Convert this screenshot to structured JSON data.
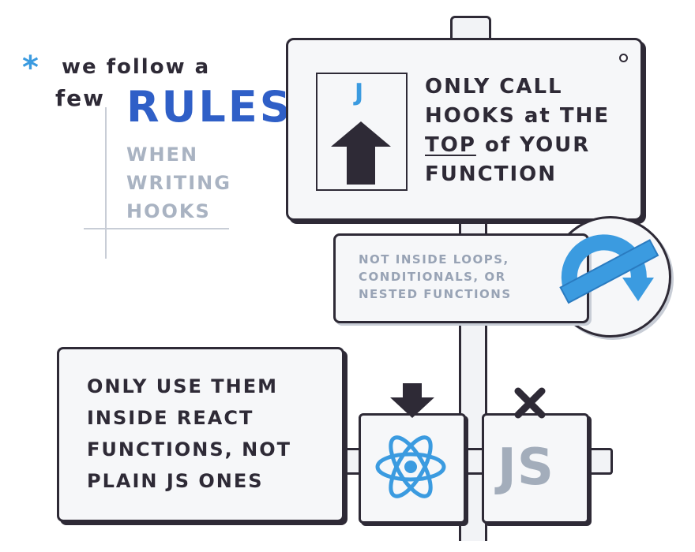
{
  "intro": {
    "star": "*",
    "line1": "we follow a",
    "few": "few",
    "rules": "RULES",
    "when_lines": [
      "WHEN",
      "WRITING",
      "HOOKS"
    ]
  },
  "top_sign": {
    "hook_glyph": "J",
    "lines": [
      "ONLY CALL",
      "HOOKS at THE"
    ],
    "line3_top": "TOP",
    "line3_rest": " of YOUR",
    "line4": "FUNCTION"
  },
  "middle_sign": {
    "lines": [
      "NOT INSIDE LOOPS,",
      "CONDITIONALS, OR",
      "NESTED FUNCTIONS"
    ]
  },
  "left_sign": {
    "lines": [
      "ONLY USE THEM",
      "INSIDE REACT",
      "FUNCTIONS, NOT",
      "PLAIN JS ONES"
    ]
  },
  "js_box": {
    "label": "JS"
  },
  "colors": {
    "ink": "#2e2a36",
    "accent_blue": "#3b9be0",
    "rules_blue": "#2f5fc7",
    "muted_gray": "#a9b3c2",
    "panel": "#f6f7f9"
  },
  "icons": {
    "star": "asterisk-icon",
    "hook": "hook-icon",
    "up_arrow": "up-arrow-icon",
    "no_loop": "no-loop-icon",
    "down_arrow": "down-arrow-icon",
    "x_mark": "x-mark-icon",
    "react": "react-logo-icon"
  }
}
